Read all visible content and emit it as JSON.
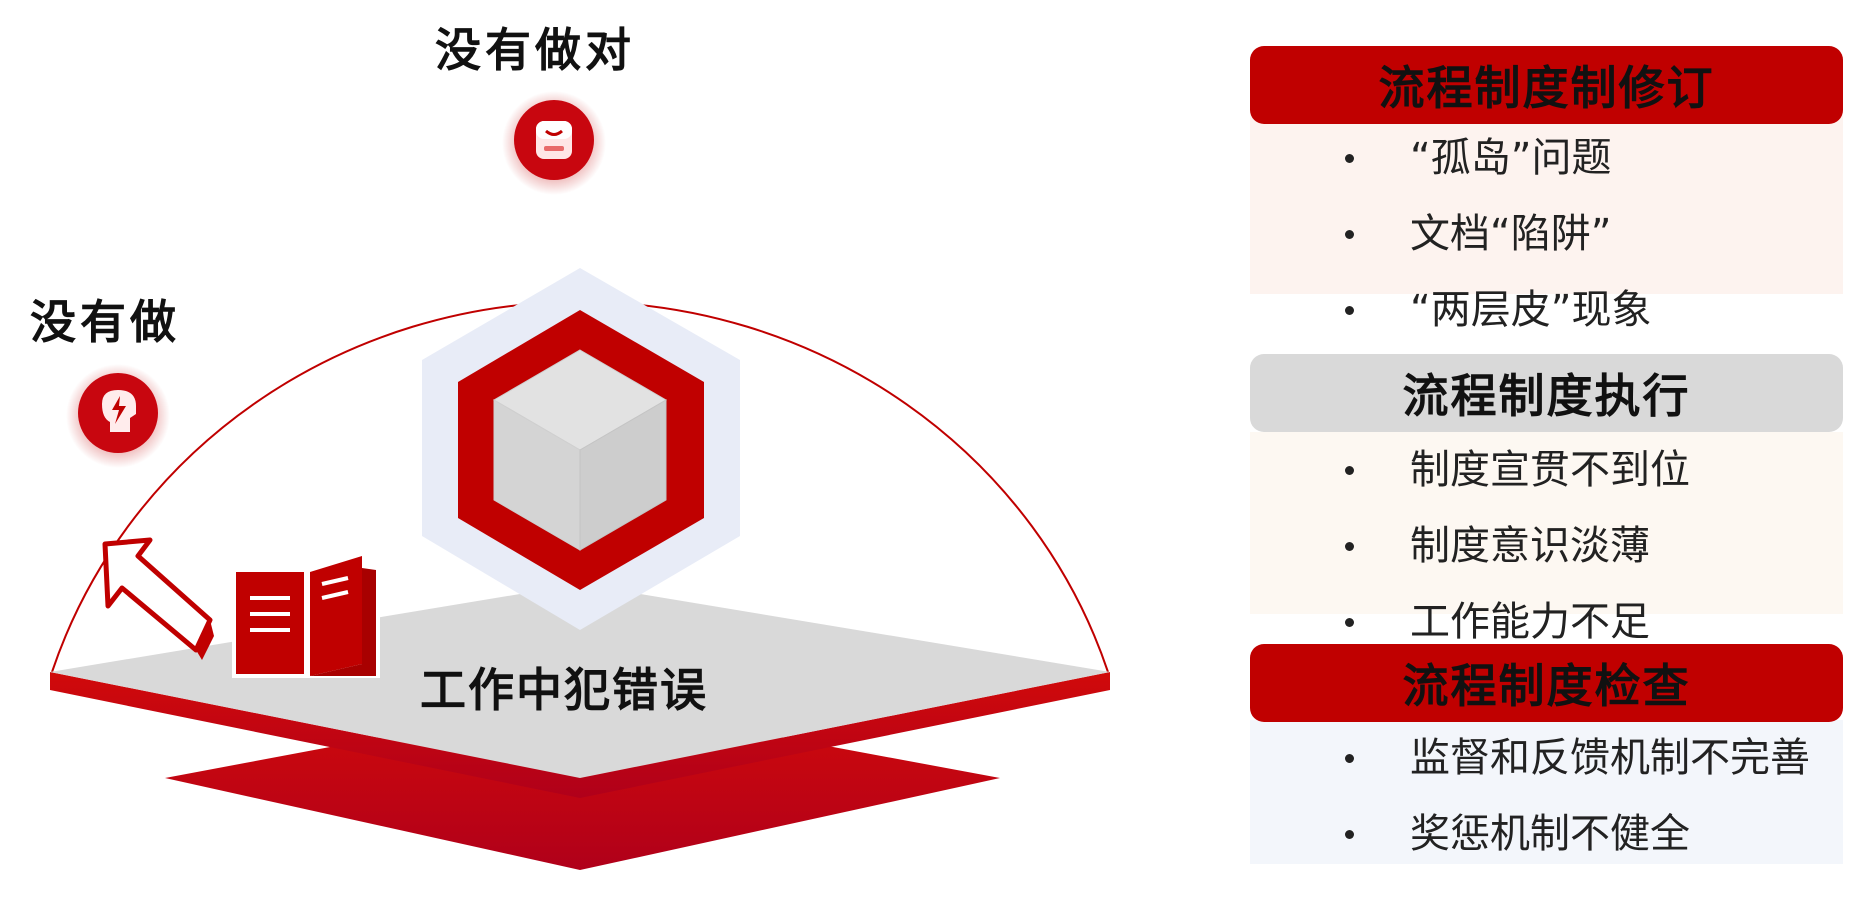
{
  "diagram": {
    "labels": {
      "top": "没有做对",
      "left": "没有做",
      "center": "工作中犯错误"
    },
    "icons": {
      "top": "robot-face-icon",
      "left": "head-lightning-icon",
      "cursor": "arrow-cursor-icon",
      "book": "open-book-icon",
      "cube": "hexagon-cube-icon"
    },
    "colors": {
      "accent": "#c00000",
      "platform": "#d9d9d9",
      "hexagon_halo": "#e8ecf7",
      "gray_header": "#d9d9d9"
    }
  },
  "panels": [
    {
      "title": "流程制度制修订",
      "header_color": "#c00000",
      "body_color": "#fdf3ef",
      "items": [
        "“孤岛”问题",
        " 文档“陷阱”",
        "“两层皮”现象"
      ]
    },
    {
      "title": "流程制度执行",
      "header_color": "#d9d9d9",
      "body_color": "#fdf8f2",
      "items": [
        "制度宣贯不到位",
        "制度意识淡薄",
        "工作能力不足"
      ]
    },
    {
      "title": "流程制度检查",
      "header_color": "#c00000",
      "body_color": "#f3f6fb",
      "items": [
        "监督和反馈机制不完善",
        "奖惩机制不健全"
      ]
    }
  ]
}
